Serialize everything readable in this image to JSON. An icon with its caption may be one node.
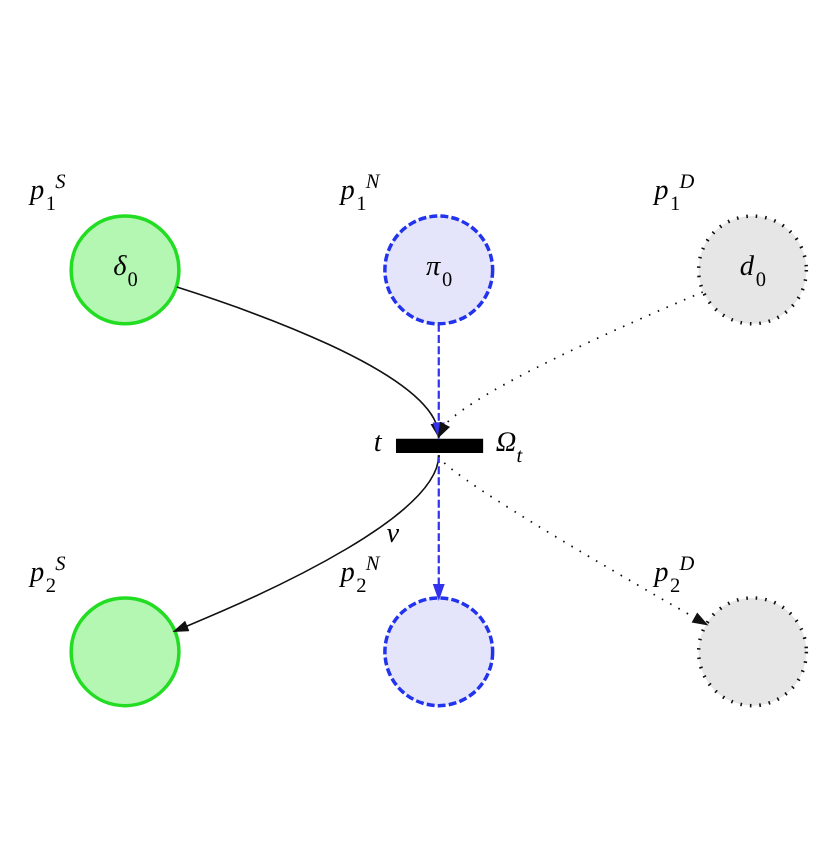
{
  "diagram": {
    "nodes": [
      {
        "text": [
          "p$_{1}$$^{S}$",
          "δ$_{0}$"
        ]
      },
      {
        "text": [
          "p$_{1}$$^{N}$",
          "π$_{0}$"
        ]
      },
      {
        "text": [
          "p$_{1}$$^{D}$",
          "d$_{0}$"
        ]
      },
      {
        "text": [
          "t",
          "Ω$_{t}$"
        ]
      },
      {
        "text": [
          "p$_{2}$$^{S}$"
        ]
      },
      {
        "text": [
          "p$_{2}$$^{N}$"
        ]
      },
      {
        "text": [
          "p$_{2}$$^{D}$"
        ]
      }
    ],
    "edges": [
      {
        "from": 0,
        "to": 3,
        "arrow": "to"
      },
      {
        "from": 1,
        "to": 3,
        "arrow": "to",
        "style": "dashed",
        "color": "#3333ee"
      },
      {
        "from": 2,
        "to": 3,
        "arrow": "to",
        "style": "dashed"
      },
      {
        "from": 3,
        "to": 4,
        "arrow": "to",
        "label": "v"
      },
      {
        "from": 3,
        "to": 5,
        "arrow": "to",
        "style": "dashed",
        "color": "#3333ee"
      },
      {
        "from": 3,
        "to": 6,
        "arrow": "to",
        "style": "dashed"
      }
    ]
  }
}
